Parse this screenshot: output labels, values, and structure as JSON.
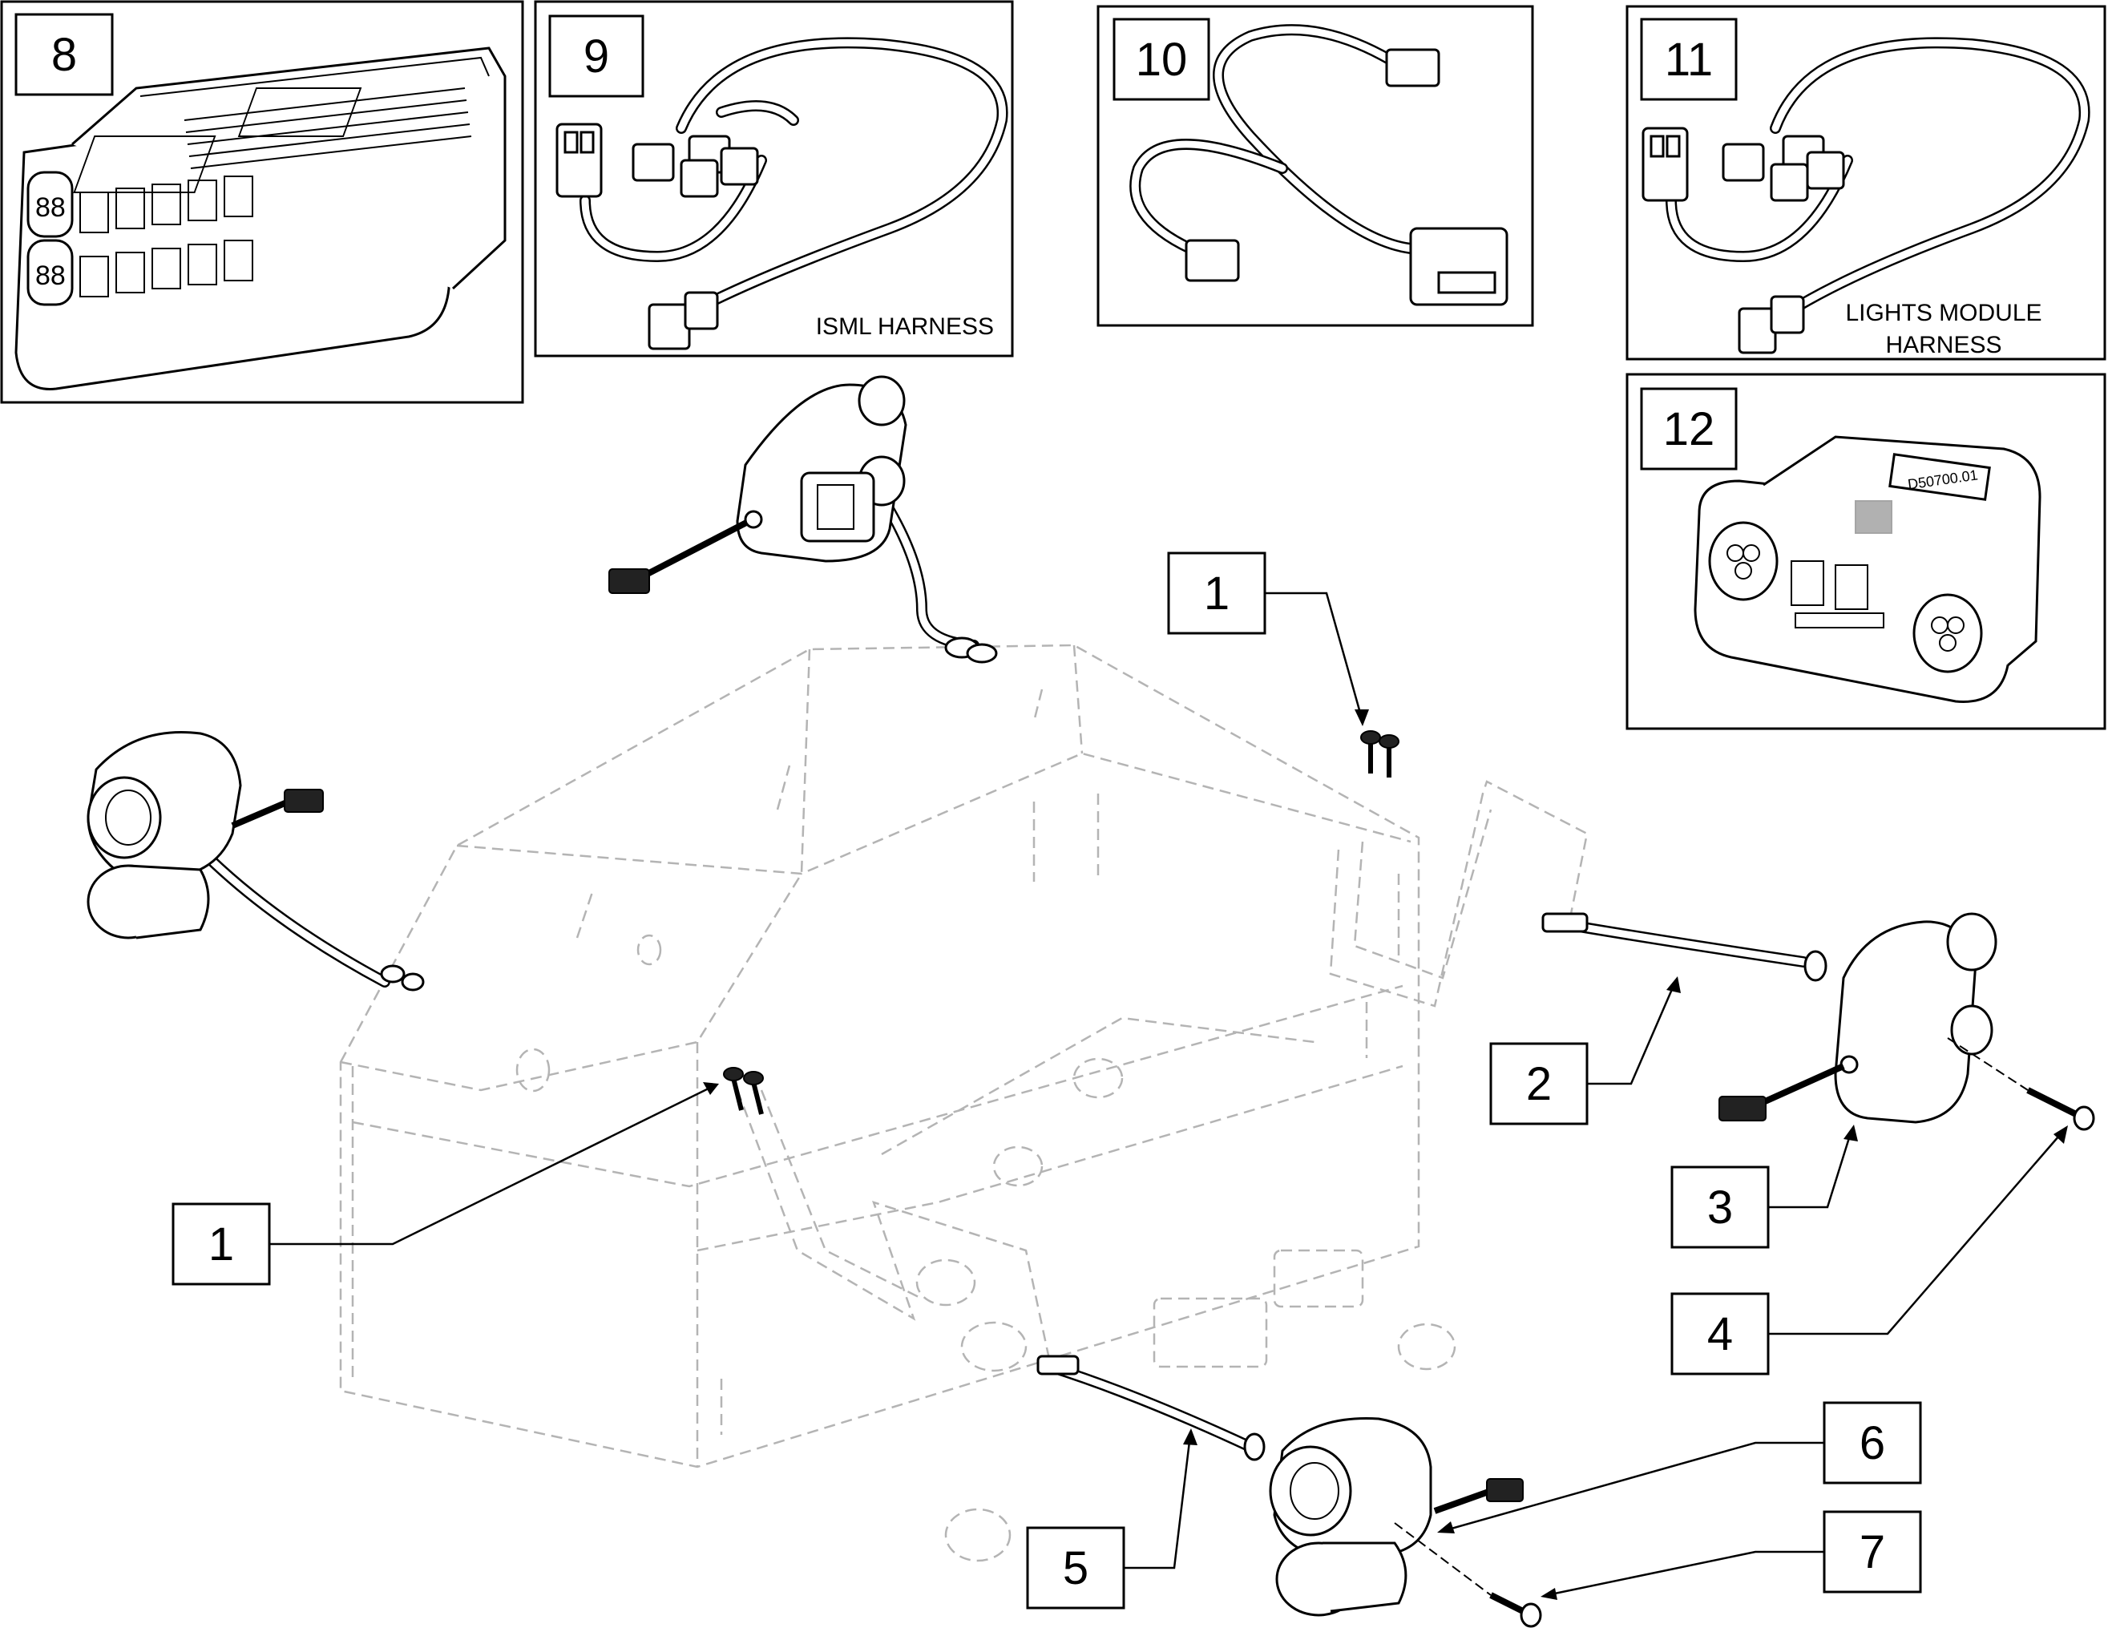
{
  "callouts": {
    "item_1a": "1",
    "item_1b": "1",
    "item_2": "2",
    "item_3": "3",
    "item_4": "4",
    "item_5": "5",
    "item_6": "6",
    "item_7": "7",
    "item_8": "8",
    "item_9": "9",
    "item_10": "10",
    "item_11": "11",
    "item_12": "12"
  },
  "captions": {
    "panel_9": "ISML HARNESS",
    "panel_11_line1": "LIGHTS MODULE",
    "panel_11_line2": "HARNESS"
  },
  "module_label": "D50700.01",
  "colors": {
    "line": "#000000",
    "ghost": "#b4b4b4",
    "background": "#ffffff"
  }
}
